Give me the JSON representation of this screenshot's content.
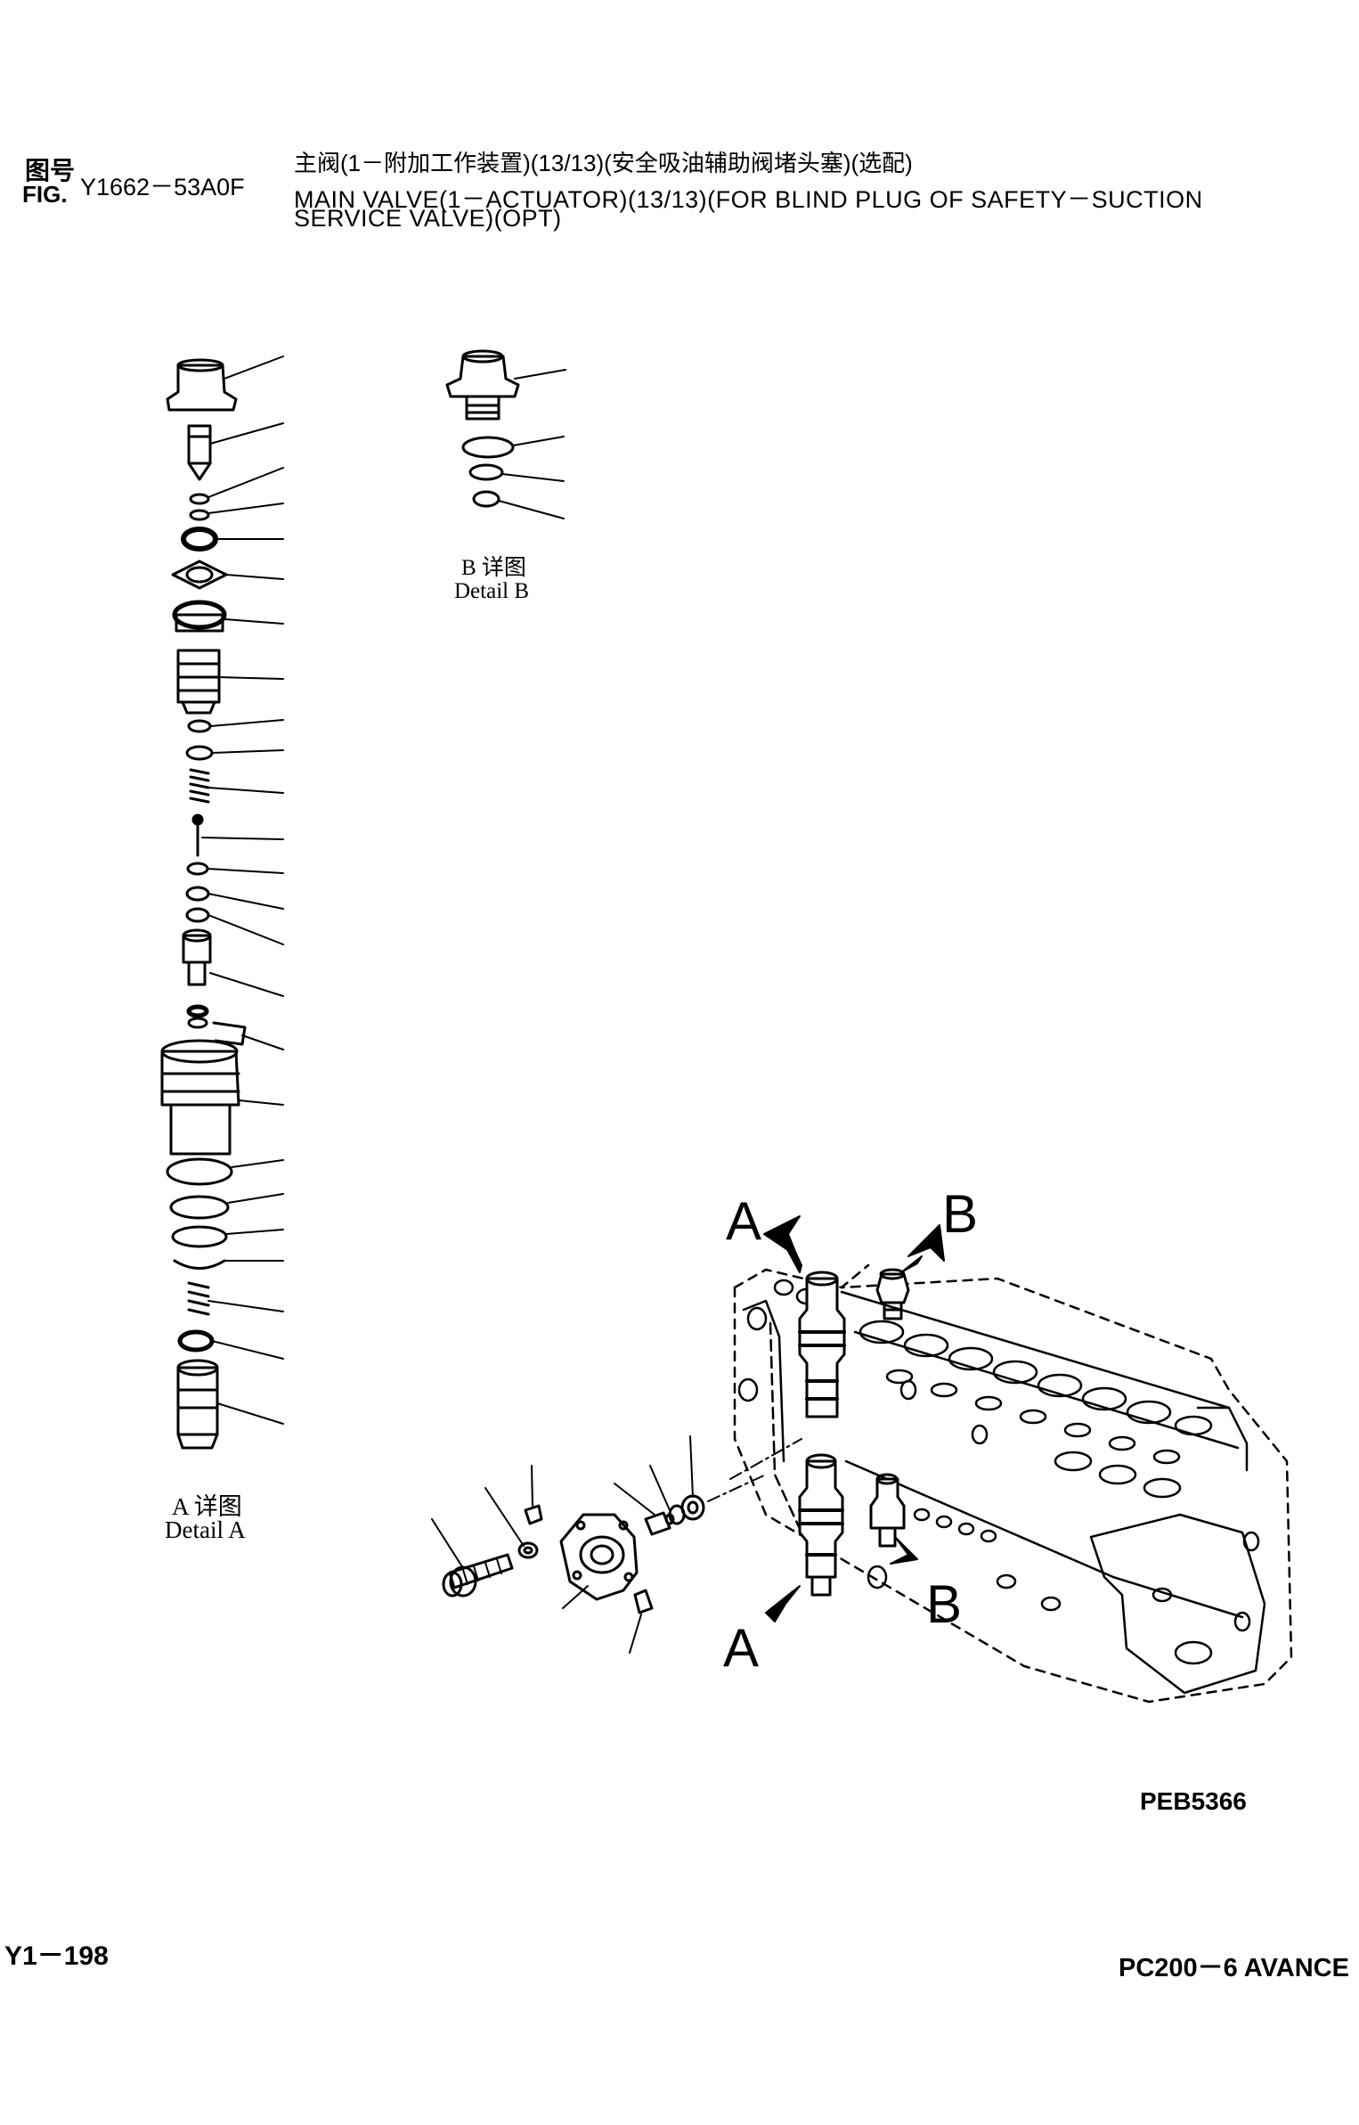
{
  "header": {
    "fig_label_cn": "图号",
    "fig_label_en": "FIG.",
    "fig_number": "Y1662－53A0F",
    "title_cn": "主阀(1－附加工作装置)(13/13)(安全吸油辅助阀堵头塞)(选配)",
    "title_en_line1": "MAIN VALVE(1－ACTUATOR)(13/13)(FOR BLIND PLUG OF SAFETY－SUCTION",
    "title_en_line2": "SERVICE VALVE)(OPT)"
  },
  "details": {
    "a_cn": "A 详图",
    "a_en": "Detail A",
    "b_cn": "B 详图",
    "b_en": "Detail B"
  },
  "callouts": {
    "a_top": "A",
    "b_top": "B",
    "a_bottom": "A",
    "b_bottom": "B"
  },
  "drawing_code": "PEB5366",
  "footer": {
    "page": "Y1－198",
    "model": "PC200－6 AVANCE"
  }
}
